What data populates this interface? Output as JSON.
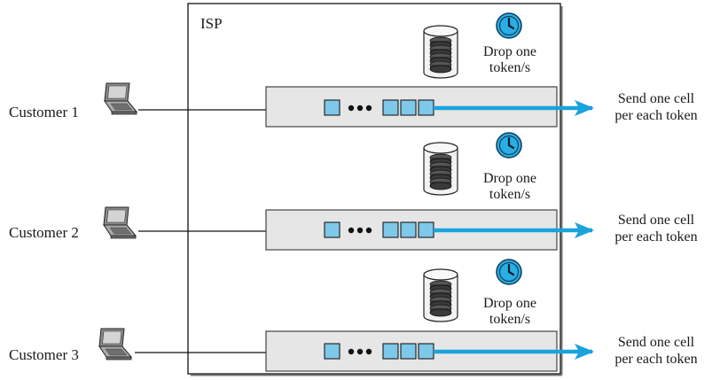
{
  "isp_label": "ISP",
  "rows": [
    {
      "customer": "Customer 1",
      "drop_line1": "Drop one",
      "drop_line2": "token/s",
      "out_line1": "Send one cell",
      "out_line2": "per each token"
    },
    {
      "customer": "Customer 2",
      "drop_line1": "Drop one",
      "drop_line2": "token/s",
      "out_line1": "Send one cell",
      "out_line2": "per each token"
    },
    {
      "customer": "Customer 3",
      "drop_line1": "Drop one",
      "drop_line2": "token/s",
      "out_line1": "Send one cell",
      "out_line2": "per each token"
    }
  ],
  "icons": {
    "laptop": "laptop-icon",
    "bucket": "token-bucket-icon",
    "clock": "clock-icon"
  },
  "colors": {
    "cell": "#7ec8ea",
    "arrow": "#1aa3dc",
    "clock": "#29aee5",
    "queue": "#e6e6e6"
  }
}
